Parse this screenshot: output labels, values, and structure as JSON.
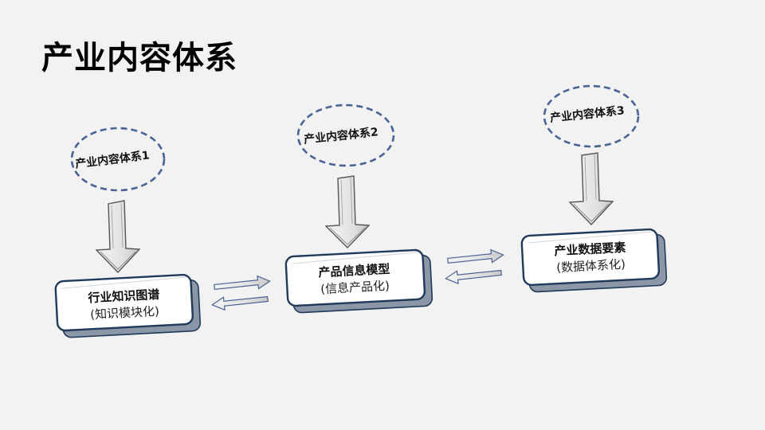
{
  "page": {
    "title": "产业内容体系"
  },
  "colors": {
    "background": "#f2f2f2",
    "ellipse_stroke": "#4a6394",
    "box_stroke": "#1f3a5a",
    "box_fill": "#ffffff",
    "box_shade": "#8b96a6",
    "arrow_fill": "#e6e6e6",
    "arrow_stroke": "#555555"
  },
  "nodes": [
    {
      "label": "产业内容体系1"
    },
    {
      "label": "产业内容体系2"
    },
    {
      "label": "产业内容体系3"
    }
  ],
  "boxes": [
    {
      "title": "行业知识图谱",
      "subtitle": "(知识模块化)"
    },
    {
      "title": "产品信息模型",
      "subtitle": "(信息产品化)"
    },
    {
      "title": "产业数据要素",
      "subtitle": "(数据体系化)"
    }
  ],
  "icons": {
    "down_arrow": "down-arrow-icon",
    "bidirectional_arrow": "double-arrow-icon"
  }
}
